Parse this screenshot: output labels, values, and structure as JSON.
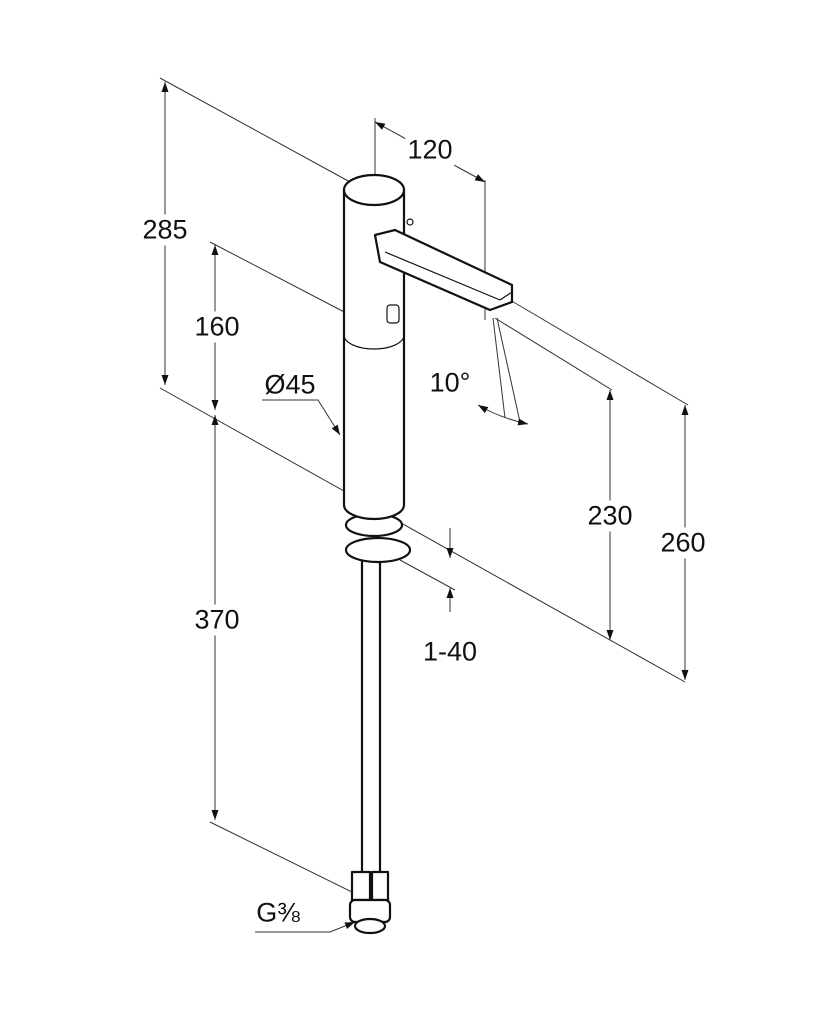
{
  "dimensions": {
    "total_height": "285",
    "upper_height": "160",
    "lower_length": "370",
    "diameter": "Ø45",
    "spout_reach": "120",
    "spray_angle": "10°",
    "spout_height": "230",
    "spout_top_height": "260",
    "deck_thickness": "1-40",
    "connection_thread": "G⅜"
  }
}
